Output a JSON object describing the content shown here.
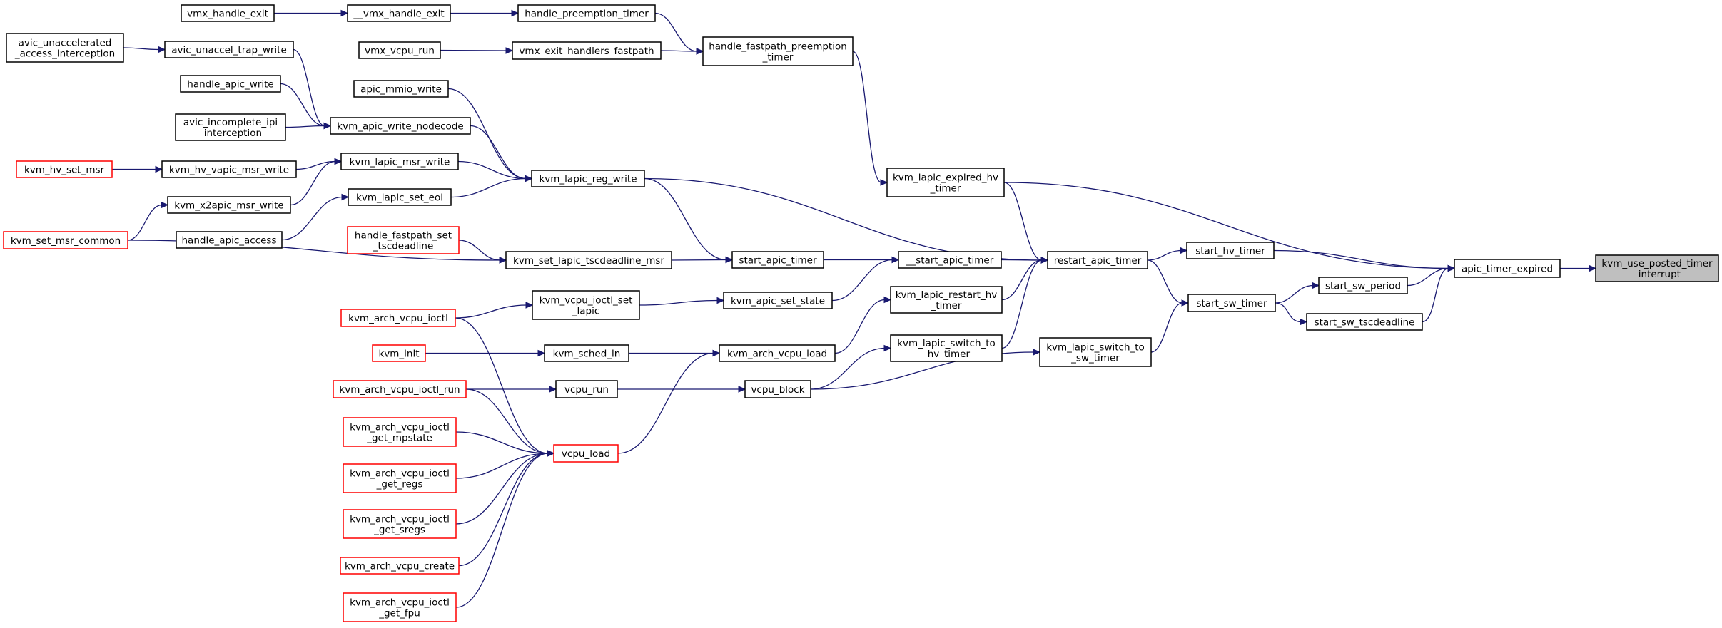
{
  "nodes": [
    {
      "id": "kvm_use_posted_timer_interrupt",
      "lines": [
        "kvm_use_posted_timer",
        "_interrupt"
      ],
      "style": "root"
    },
    {
      "id": "apic_timer_expired",
      "lines": [
        "apic_timer_expired"
      ],
      "style": "black"
    },
    {
      "id": "kvm_lapic_expired_hv_timer",
      "lines": [
        "kvm_lapic_expired_hv",
        "_timer"
      ],
      "style": "black"
    },
    {
      "id": "start_hv_timer",
      "lines": [
        "start_hv_timer"
      ],
      "style": "black"
    },
    {
      "id": "start_sw_period",
      "lines": [
        "start_sw_period"
      ],
      "style": "black"
    },
    {
      "id": "start_sw_tscdeadline",
      "lines": [
        "start_sw_tscdeadline"
      ],
      "style": "black"
    },
    {
      "id": "handle_fastpath_preemption_timer",
      "lines": [
        "handle_fastpath_preemption",
        "_timer"
      ],
      "style": "black"
    },
    {
      "id": "restart_apic_timer",
      "lines": [
        "restart_apic_timer"
      ],
      "style": "black"
    },
    {
      "id": "start_sw_timer",
      "lines": [
        "start_sw_timer"
      ],
      "style": "black"
    },
    {
      "id": "handle_preemption_timer",
      "lines": [
        "handle_preemption_timer"
      ],
      "style": "black"
    },
    {
      "id": "vmx_exit_handlers_fastpath",
      "lines": [
        "vmx_exit_handlers_fastpath"
      ],
      "style": "black"
    },
    {
      "id": "__vmx_handle_exit",
      "lines": [
        "__vmx_handle_exit"
      ],
      "style": "black"
    },
    {
      "id": "vmx_handle_exit",
      "lines": [
        "vmx_handle_exit"
      ],
      "style": "black"
    },
    {
      "id": "vmx_vcpu_run",
      "lines": [
        "vmx_vcpu_run"
      ],
      "style": "black"
    },
    {
      "id": "__start_apic_timer",
      "lines": [
        "__start_apic_timer"
      ],
      "style": "black"
    },
    {
      "id": "kvm_lapic_reg_write",
      "lines": [
        "kvm_lapic_reg_write"
      ],
      "style": "black"
    },
    {
      "id": "kvm_lapic_restart_hv_timer",
      "lines": [
        "kvm_lapic_restart_hv",
        "_timer"
      ],
      "style": "black"
    },
    {
      "id": "kvm_lapic_switch_to_hv_timer",
      "lines": [
        "kvm_lapic_switch_to",
        "_hv_timer"
      ],
      "style": "black"
    },
    {
      "id": "kvm_lapic_switch_to_sw_timer",
      "lines": [
        "kvm_lapic_switch_to",
        "_sw_timer"
      ],
      "style": "black"
    },
    {
      "id": "start_apic_timer",
      "lines": [
        "start_apic_timer"
      ],
      "style": "black"
    },
    {
      "id": "kvm_apic_write_nodecode",
      "lines": [
        "kvm_apic_write_nodecode"
      ],
      "style": "black"
    },
    {
      "id": "apic_mmio_write",
      "lines": [
        "apic_mmio_write"
      ],
      "style": "black"
    },
    {
      "id": "kvm_lapic_msr_write",
      "lines": [
        "kvm_lapic_msr_write"
      ],
      "style": "black"
    },
    {
      "id": "kvm_lapic_set_eoi",
      "lines": [
        "kvm_lapic_set_eoi"
      ],
      "style": "black"
    },
    {
      "id": "avic_unaccel_trap_write",
      "lines": [
        "avic_unaccel_trap_write"
      ],
      "style": "black"
    },
    {
      "id": "avic_unaccelerated_access_interception",
      "lines": [
        "avic_unaccelerated",
        "_access_interception"
      ],
      "style": "black"
    },
    {
      "id": "handle_apic_write",
      "lines": [
        "handle_apic_write"
      ],
      "style": "black"
    },
    {
      "id": "avic_incomplete_ipi_interception",
      "lines": [
        "avic_incomplete_ipi",
        "_interception"
      ],
      "style": "black"
    },
    {
      "id": "kvm_hv_vapic_msr_write",
      "lines": [
        "kvm_hv_vapic_msr_write"
      ],
      "style": "black"
    },
    {
      "id": "kvm_hv_set_msr",
      "lines": [
        "kvm_hv_set_msr"
      ],
      "style": "red"
    },
    {
      "id": "kvm_x2apic_msr_write",
      "lines": [
        "kvm_x2apic_msr_write"
      ],
      "style": "black"
    },
    {
      "id": "kvm_set_msr_common",
      "lines": [
        "kvm_set_msr_common"
      ],
      "style": "red"
    },
    {
      "id": "handle_apic_access",
      "lines": [
        "handle_apic_access"
      ],
      "style": "black"
    },
    {
      "id": "kvm_set_lapic_tscdeadline_msr",
      "lines": [
        "kvm_set_lapic_tscdeadline_msr"
      ],
      "style": "black"
    },
    {
      "id": "handle_fastpath_set_tscdeadline",
      "lines": [
        "handle_fastpath_set",
        "_tscdeadline"
      ],
      "style": "red"
    },
    {
      "id": "kvm_apic_set_state",
      "lines": [
        "kvm_apic_set_state"
      ],
      "style": "black"
    },
    {
      "id": "kvm_vcpu_ioctl_set_lapic",
      "lines": [
        "kvm_vcpu_ioctl_set",
        "_lapic"
      ],
      "style": "black"
    },
    {
      "id": "kvm_arch_vcpu_ioctl",
      "lines": [
        "kvm_arch_vcpu_ioctl"
      ],
      "style": "red"
    },
    {
      "id": "kvm_arch_vcpu_load",
      "lines": [
        "kvm_arch_vcpu_load"
      ],
      "style": "black"
    },
    {
      "id": "kvm_sched_in",
      "lines": [
        "kvm_sched_in"
      ],
      "style": "black"
    },
    {
      "id": "kvm_init",
      "lines": [
        "kvm_init"
      ],
      "style": "red"
    },
    {
      "id": "vcpu_load",
      "lines": [
        "vcpu_load"
      ],
      "style": "red"
    },
    {
      "id": "vcpu_block",
      "lines": [
        "vcpu_block"
      ],
      "style": "black"
    },
    {
      "id": "vcpu_run",
      "lines": [
        "vcpu_run"
      ],
      "style": "black"
    },
    {
      "id": "kvm_arch_vcpu_ioctl_run",
      "lines": [
        "kvm_arch_vcpu_ioctl_run"
      ],
      "style": "red"
    },
    {
      "id": "kvm_arch_vcpu_ioctl_get_mpstate",
      "lines": [
        "kvm_arch_vcpu_ioctl",
        "_get_mpstate"
      ],
      "style": "red"
    },
    {
      "id": "kvm_arch_vcpu_ioctl_get_regs",
      "lines": [
        "kvm_arch_vcpu_ioctl",
        "_get_regs"
      ],
      "style": "red"
    },
    {
      "id": "kvm_arch_vcpu_ioctl_get_sregs",
      "lines": [
        "kvm_arch_vcpu_ioctl",
        "_get_sregs"
      ],
      "style": "red"
    },
    {
      "id": "kvm_arch_vcpu_create",
      "lines": [
        "kvm_arch_vcpu_create"
      ],
      "style": "red"
    },
    {
      "id": "kvm_arch_vcpu_ioctl_get_fpu",
      "lines": [
        "kvm_arch_vcpu_ioctl",
        "_get_fpu"
      ],
      "style": "red"
    }
  ],
  "edges": [
    [
      "apic_timer_expired",
      "kvm_use_posted_timer_interrupt"
    ],
    [
      "kvm_lapic_expired_hv_timer",
      "apic_timer_expired"
    ],
    [
      "start_hv_timer",
      "apic_timer_expired"
    ],
    [
      "start_sw_period",
      "apic_timer_expired"
    ],
    [
      "start_sw_tscdeadline",
      "apic_timer_expired"
    ],
    [
      "handle_fastpath_preemption_timer",
      "kvm_lapic_expired_hv_timer"
    ],
    [
      "handle_preemption_timer",
      "handle_fastpath_preemption_timer"
    ],
    [
      "vmx_exit_handlers_fastpath",
      "handle_fastpath_preemption_timer"
    ],
    [
      "__vmx_handle_exit",
      "handle_preemption_timer"
    ],
    [
      "vmx_handle_exit",
      "__vmx_handle_exit"
    ],
    [
      "vmx_vcpu_run",
      "vmx_exit_handlers_fastpath"
    ],
    [
      "kvm_lapic_expired_hv_timer",
      "restart_apic_timer"
    ],
    [
      "restart_apic_timer",
      "start_hv_timer"
    ],
    [
      "restart_apic_timer",
      "start_sw_timer"
    ],
    [
      "start_sw_timer",
      "start_sw_period"
    ],
    [
      "start_sw_timer",
      "start_sw_tscdeadline"
    ],
    [
      "kvm_lapic_switch_to_sw_timer",
      "start_sw_timer"
    ],
    [
      "__start_apic_timer",
      "restart_apic_timer"
    ],
    [
      "kvm_lapic_reg_write",
      "restart_apic_timer"
    ],
    [
      "kvm_lapic_restart_hv_timer",
      "restart_apic_timer"
    ],
    [
      "kvm_lapic_switch_to_hv_timer",
      "restart_apic_timer"
    ],
    [
      "start_apic_timer",
      "__start_apic_timer"
    ],
    [
      "kvm_apic_set_state",
      "__start_apic_timer"
    ],
    [
      "kvm_lapic_reg_write",
      "start_apic_timer"
    ],
    [
      "kvm_set_lapic_tscdeadline_msr",
      "start_apic_timer"
    ],
    [
      "kvm_apic_write_nodecode",
      "kvm_lapic_reg_write"
    ],
    [
      "apic_mmio_write",
      "kvm_lapic_reg_write"
    ],
    [
      "kvm_lapic_msr_write",
      "kvm_lapic_reg_write"
    ],
    [
      "kvm_lapic_set_eoi",
      "kvm_lapic_reg_write"
    ],
    [
      "avic_unaccel_trap_write",
      "kvm_apic_write_nodecode"
    ],
    [
      "handle_apic_write",
      "kvm_apic_write_nodecode"
    ],
    [
      "avic_incomplete_ipi_interception",
      "kvm_apic_write_nodecode"
    ],
    [
      "avic_unaccelerated_access_interception",
      "avic_unaccel_trap_write"
    ],
    [
      "kvm_hv_vapic_msr_write",
      "kvm_lapic_msr_write"
    ],
    [
      "kvm_x2apic_msr_write",
      "kvm_lapic_msr_write"
    ],
    [
      "kvm_hv_set_msr",
      "kvm_hv_vapic_msr_write"
    ],
    [
      "kvm_set_msr_common",
      "kvm_x2apic_msr_write"
    ],
    [
      "handle_apic_access",
      "kvm_lapic_set_eoi"
    ],
    [
      "kvm_set_msr_common",
      "kvm_set_lapic_tscdeadline_msr"
    ],
    [
      "handle_fastpath_set_tscdeadline",
      "kvm_set_lapic_tscdeadline_msr"
    ],
    [
      "kvm_vcpu_ioctl_set_lapic",
      "kvm_apic_set_state"
    ],
    [
      "kvm_arch_vcpu_ioctl",
      "kvm_vcpu_ioctl_set_lapic"
    ],
    [
      "kvm_arch_vcpu_load",
      "kvm_lapic_restart_hv_timer"
    ],
    [
      "vcpu_block",
      "kvm_lapic_switch_to_hv_timer"
    ],
    [
      "vcpu_block",
      "kvm_lapic_switch_to_sw_timer"
    ],
    [
      "kvm_sched_in",
      "kvm_arch_vcpu_load"
    ],
    [
      "vcpu_load",
      "kvm_arch_vcpu_load"
    ],
    [
      "kvm_init",
      "kvm_sched_in"
    ],
    [
      "vcpu_run",
      "vcpu_block"
    ],
    [
      "kvm_arch_vcpu_ioctl_run",
      "vcpu_run"
    ],
    [
      "kvm_arch_vcpu_ioctl",
      "vcpu_load"
    ],
    [
      "kvm_arch_vcpu_ioctl_run",
      "vcpu_load"
    ],
    [
      "kvm_arch_vcpu_ioctl_get_mpstate",
      "vcpu_load"
    ],
    [
      "kvm_arch_vcpu_ioctl_get_regs",
      "vcpu_load"
    ],
    [
      "kvm_arch_vcpu_ioctl_get_sregs",
      "vcpu_load"
    ],
    [
      "kvm_arch_vcpu_create",
      "vcpu_load"
    ],
    [
      "kvm_arch_vcpu_ioctl_get_fpu",
      "vcpu_load"
    ]
  ],
  "colors": {
    "edge": "#191970",
    "node_border": "#000000",
    "truncated_border": "#ff0000",
    "root_fill": "#bfbfbf"
  }
}
